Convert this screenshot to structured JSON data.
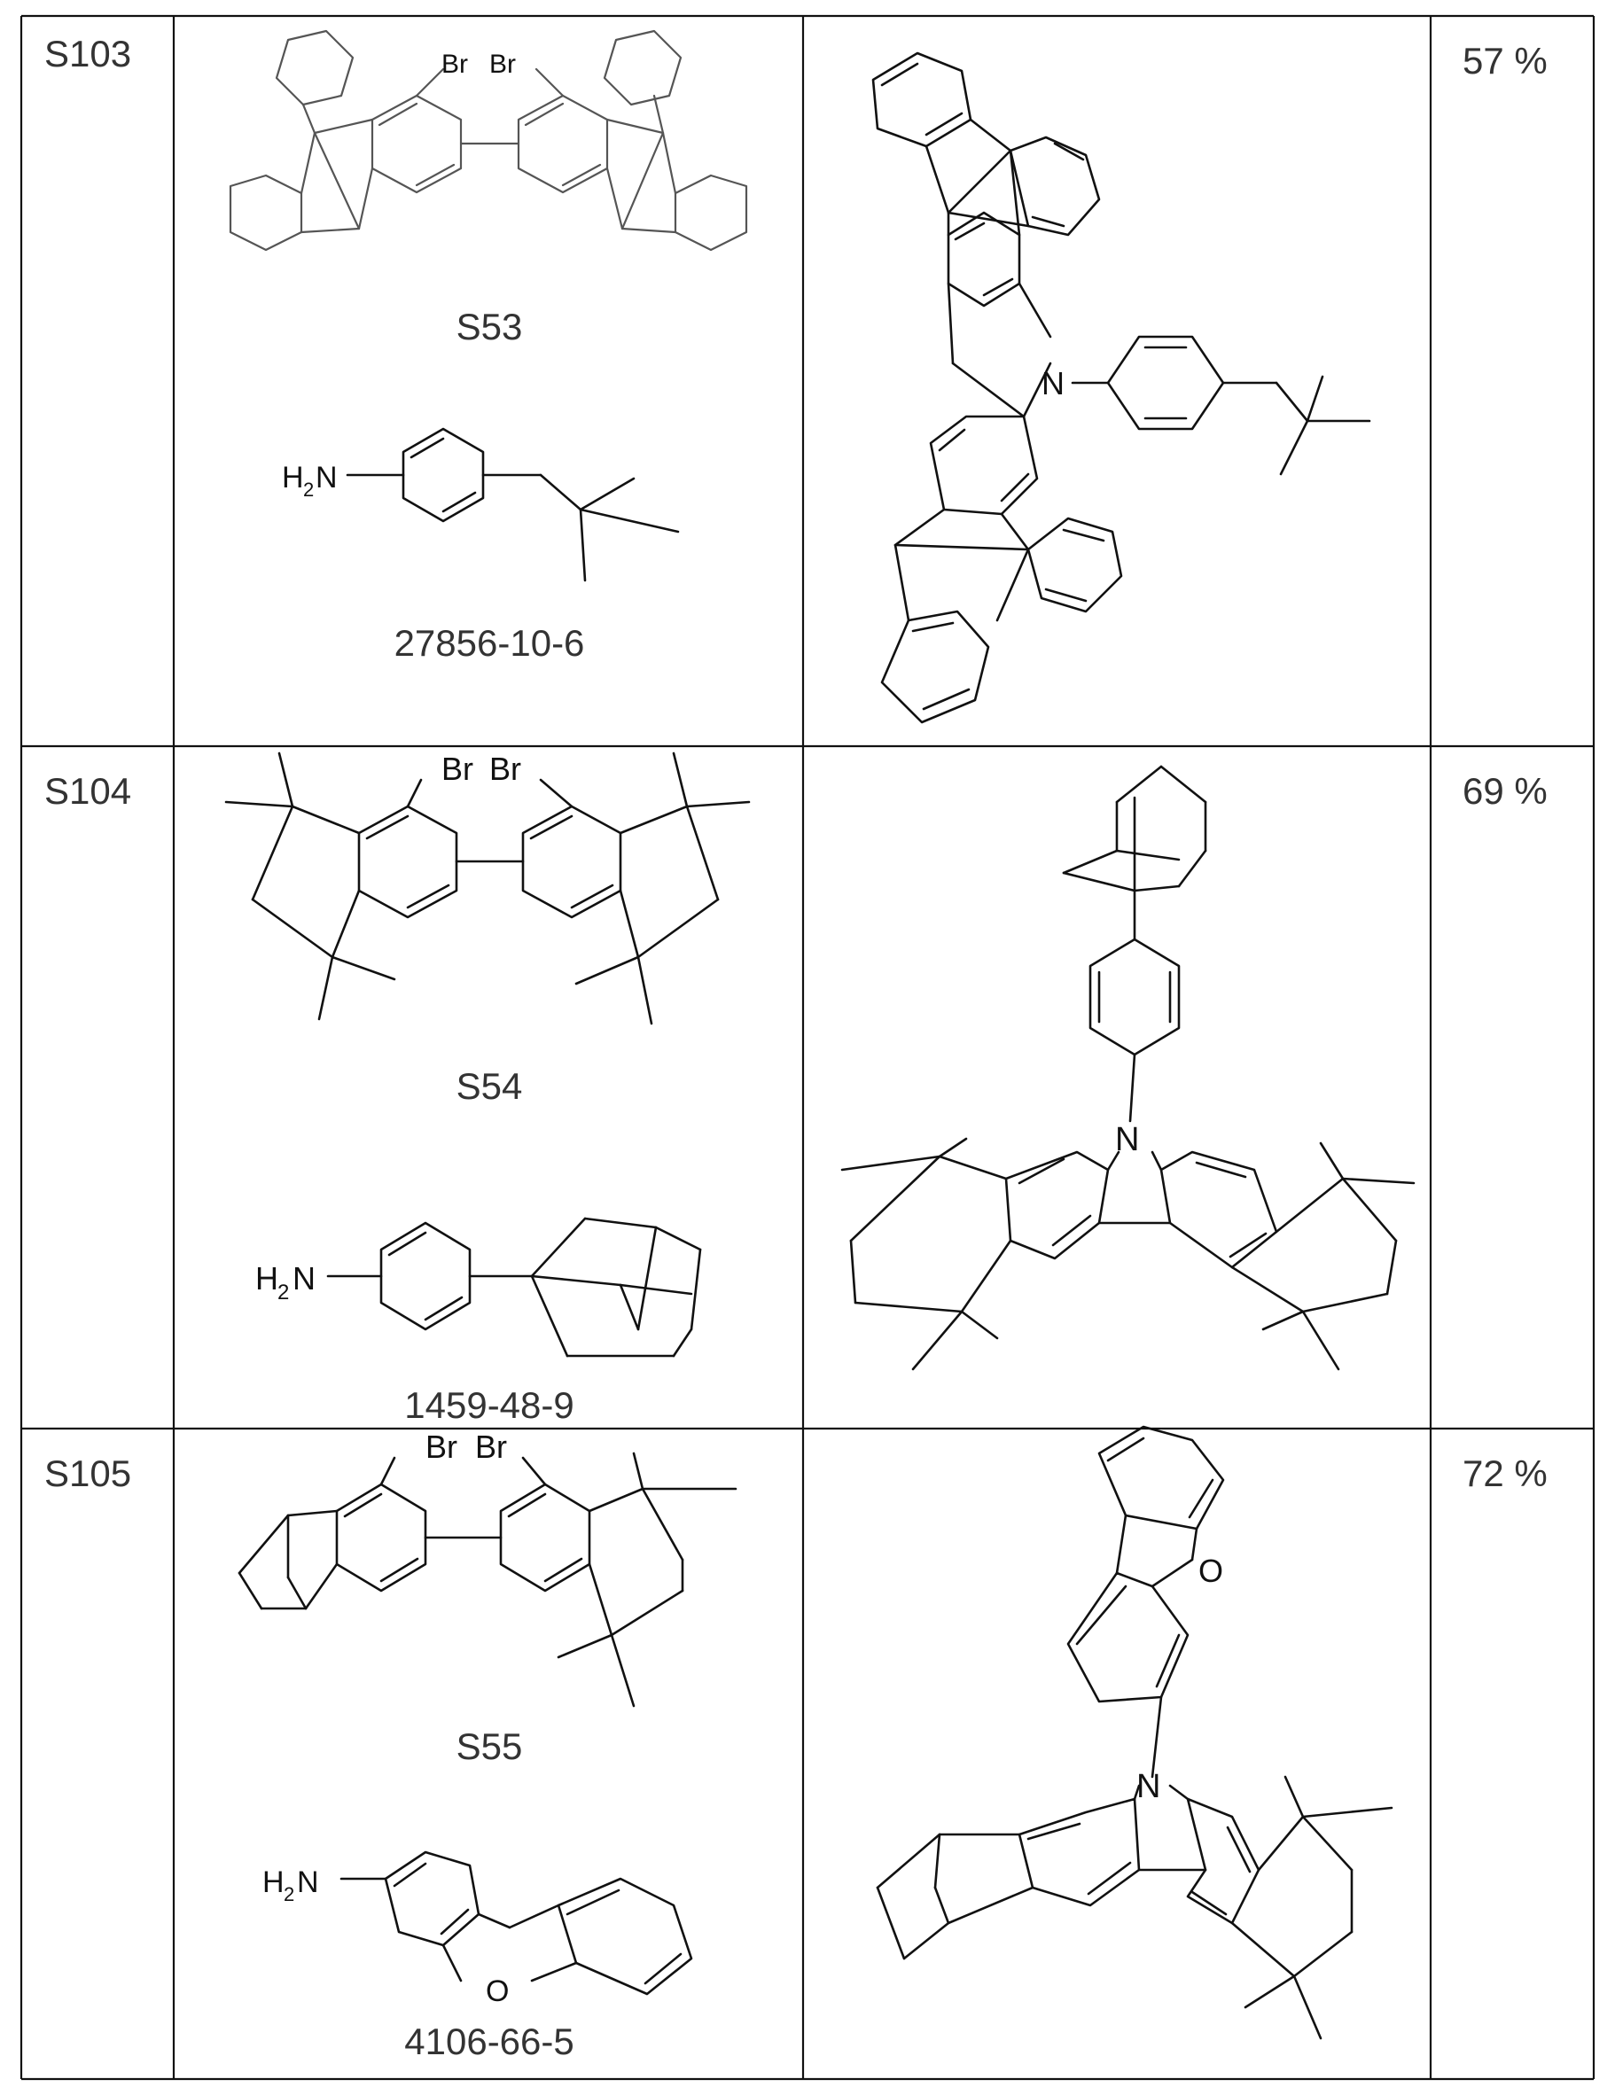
{
  "rows": [
    {
      "id": "S103",
      "reactant_code": "S53",
      "amine_cas": "27856-10-6",
      "yield": "57 %"
    },
    {
      "id": "S104",
      "reactant_code": "S54",
      "amine_cas": "1459-48-9",
      "yield": "69 %"
    },
    {
      "id": "S105",
      "reactant_code": "S55",
      "amine_cas": "4106-66-5",
      "yield": "72 %"
    }
  ],
  "atoms": {
    "br": "Br",
    "n": "N",
    "o": "O",
    "h2n_h": "H",
    "h2n_sub": "2",
    "h2n_n": "N"
  }
}
